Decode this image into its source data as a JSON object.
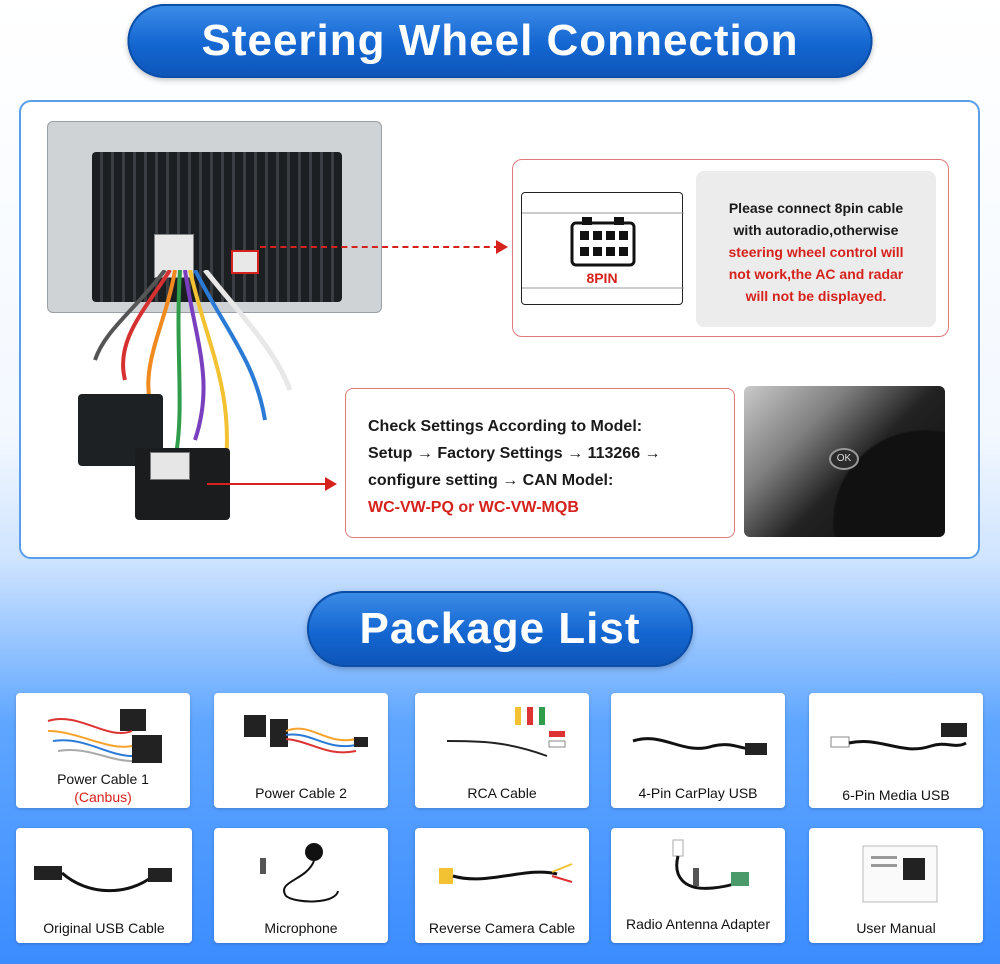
{
  "titles": {
    "connection": "Steering Wheel Connection",
    "package": "Package List"
  },
  "connector": {
    "pin_label": "8PIN",
    "note_line1": "Please connect 8pin cable",
    "note_line2": "with autoradio,otherwise",
    "note_red1": "steering wheel control will",
    "note_red2": "not work,the AC and radar",
    "note_red3": "will not be displayed."
  },
  "settings": {
    "line1": "Check Settings According to Model:",
    "line2": "Setup → Factory Settings → 113266 →",
    "line3": "configure setting → CAN Model:",
    "line4": "WC-VW-PQ or WC-VW-MQB"
  },
  "wheel": {
    "ok_label": "OK"
  },
  "package_items": [
    {
      "label": "Power Cable 1",
      "sub": "(Canbus)",
      "icon": "power-cable-canbus"
    },
    {
      "label": "Power Cable 2",
      "sub": "",
      "icon": "power-cable"
    },
    {
      "label": "RCA Cable",
      "sub": "",
      "icon": "rca-cable"
    },
    {
      "label": "4-Pin CarPlay USB",
      "sub": "",
      "icon": "usb-cable"
    },
    {
      "label": "6-Pin Media USB",
      "sub": "",
      "icon": "usb-cable"
    },
    {
      "label": "Original USB Cable",
      "sub": "",
      "icon": "usb-cable"
    },
    {
      "label": "Microphone",
      "sub": "",
      "icon": "microphone"
    },
    {
      "label": "Reverse Camera Cable",
      "sub": "",
      "icon": "camera-cable"
    },
    {
      "label": "Radio Antenna Adapter",
      "sub": "",
      "icon": "antenna-adapter"
    },
    {
      "label": "User Manual",
      "sub": "",
      "icon": "manual"
    }
  ],
  "colors": {
    "accent_blue": "#1466d1",
    "alert_red": "#d6221c"
  }
}
